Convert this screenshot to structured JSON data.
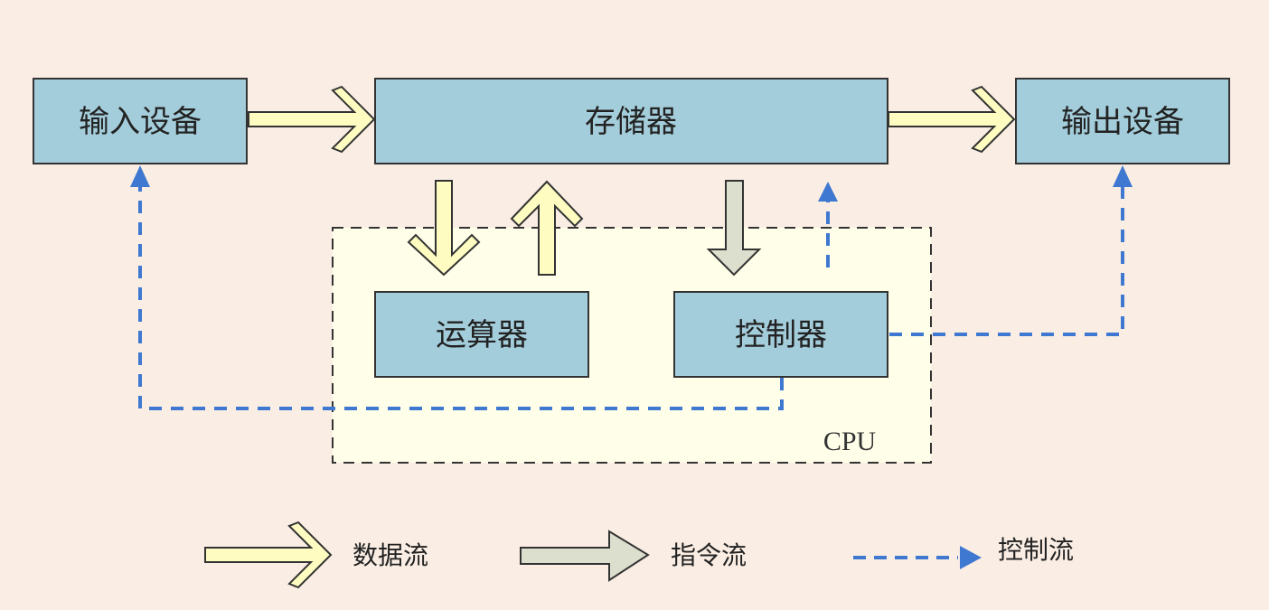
{
  "colors": {
    "background": "#faeee4",
    "box_fill": "#a4cddb",
    "box_stroke": "#333333",
    "cpu_fill": "#fffee8",
    "cpu_stroke": "#333333",
    "data_flow_fill": "#fefcc0",
    "instruction_flow_fill": "#dcdfce",
    "control_flow": "#3f78d0",
    "arrow_stroke": "#333333"
  },
  "nodes": {
    "input_device": "输入设备",
    "memory": "存储器",
    "output_device": "输出设备",
    "alu": "运算器",
    "controller": "控制器"
  },
  "cpu_label": "CPU",
  "legend": {
    "data_flow": "数据流",
    "instruction_flow": "指令流",
    "control_flow": "控制流"
  }
}
